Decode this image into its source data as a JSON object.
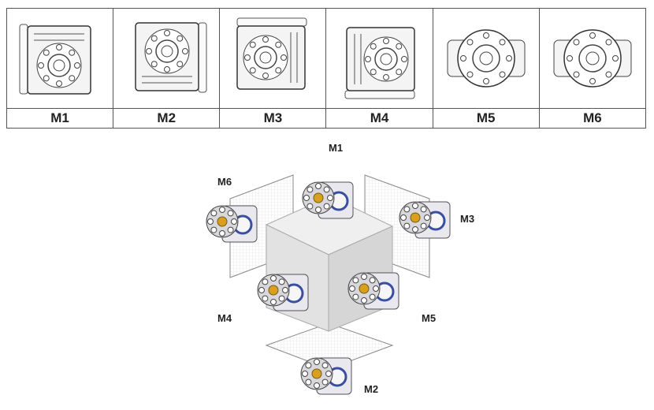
{
  "table": {
    "positions": [
      {
        "label": "M1",
        "icon": "gearbox-m1-view"
      },
      {
        "label": "M2",
        "icon": "gearbox-m2-view"
      },
      {
        "label": "M3",
        "icon": "gearbox-m3-view"
      },
      {
        "label": "M4",
        "icon": "gearbox-m4-view"
      },
      {
        "label": "M5",
        "icon": "gearbox-m5-view"
      },
      {
        "label": "M6",
        "icon": "gearbox-m6-view"
      }
    ]
  },
  "cube": {
    "labels": {
      "m1": "M1",
      "m2": "M2",
      "m3": "M3",
      "m4": "M4",
      "m5": "M5",
      "m6": "M6"
    }
  },
  "colors": {
    "shaft": "#d9a020",
    "seal": "#3a4fa0",
    "cube": "#e6e6e6"
  }
}
